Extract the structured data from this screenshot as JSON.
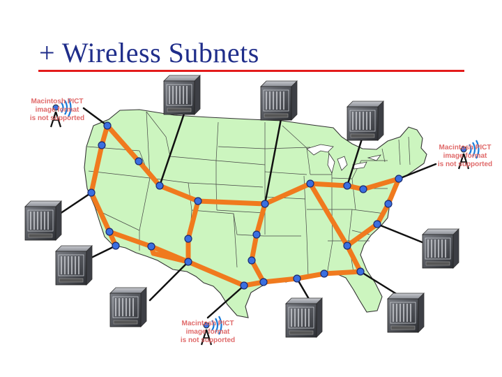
{
  "slide": {
    "title": "+ Wireless Subnets"
  },
  "placeholder_lines": [
    "Macintosh PICT",
    "image format",
    "is not supported"
  ],
  "colors": {
    "title_text": "#1f2d8a",
    "title_rule": "#e31b1b",
    "map_fill": "#ccf5bf",
    "backbone_link": "#f07a1e",
    "router_node": "#3a6fe0",
    "server_link": "#111111",
    "placeholder_text": "#e06a6a"
  },
  "icons": {
    "server": "server-rack-icon",
    "antenna": "wireless-antenna-icon"
  }
}
